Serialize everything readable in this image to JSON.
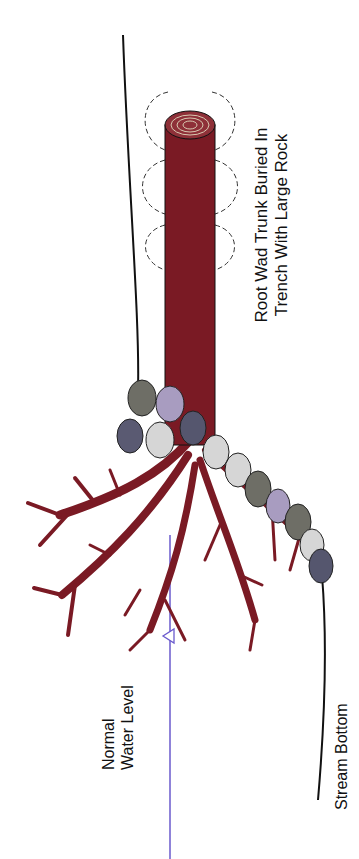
{
  "diagram": {
    "labels": [
      "Root Wad Trunk Buried In Trench With Large Rock",
      "Normal Water Level",
      "Stream Bottom"
    ]
  }
}
